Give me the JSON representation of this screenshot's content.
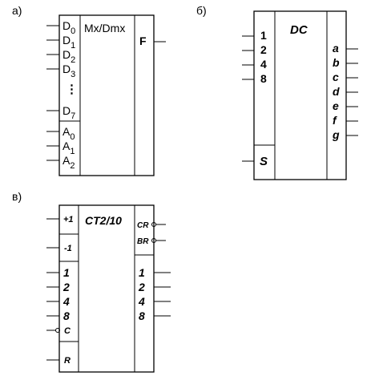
{
  "diagram_a": {
    "label": "а)",
    "title": "Mx/Dmx",
    "output": "F",
    "data_inputs": [
      {
        "name": "D",
        "sub": "0"
      },
      {
        "name": "D",
        "sub": "1"
      },
      {
        "name": "D",
        "sub": "2"
      },
      {
        "name": "D",
        "sub": "3"
      },
      {
        "name": "D",
        "sub": "7"
      }
    ],
    "dots": "⋮",
    "address_inputs": [
      {
        "name": "A",
        "sub": "0"
      },
      {
        "name": "A",
        "sub": "1"
      },
      {
        "name": "A",
        "sub": "2"
      }
    ]
  },
  "diagram_b": {
    "label": "б)",
    "title": "DC",
    "inputs": [
      "1",
      "2",
      "4",
      "8"
    ],
    "strobe": "S",
    "outputs": [
      "a",
      "b",
      "c",
      "d",
      "e",
      "f",
      "g"
    ]
  },
  "diagram_c": {
    "label": "в)",
    "title": "CT2/10",
    "count_inputs": [
      "+1",
      "-1"
    ],
    "data_inputs": [
      "1",
      "2",
      "4",
      "8"
    ],
    "clock": "C",
    "reset": "R",
    "carry_outputs": [
      "CR",
      "BR"
    ],
    "outputs": [
      "1",
      "2",
      "4",
      "8"
    ]
  }
}
